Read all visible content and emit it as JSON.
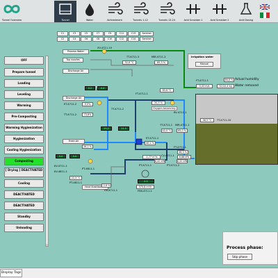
{
  "toolbar": {
    "items": [
      {
        "label": "Tunnel Overview",
        "icon": "overview-logo-icon",
        "active": false
      },
      {
        "label": "Tunnel",
        "icon": "tunnel-icon",
        "active": true
      },
      {
        "label": "Water",
        "icon": "water-drop-icon",
        "active": false
      },
      {
        "label": "Airtreatment",
        "icon": "fan-icon",
        "active": false
      },
      {
        "label": "Tunnels 1-12",
        "icon": "fan-icon",
        "active": false
      },
      {
        "label": "Tunnels 13-24",
        "icon": "fan-icon",
        "active": false
      },
      {
        "label": "Acid Scrubber 1",
        "icon": "scrubber-icon",
        "active": false
      },
      {
        "label": "Acid Scrubber 2",
        "icon": "scrubber-icon",
        "active": false
      },
      {
        "label": "Acid Dosing",
        "icon": "flask-icon",
        "active": false
      }
    ]
  },
  "mode_buttons": {
    "row1": [
      "C1",
      "C3",
      "C5",
      "C7",
      "C9",
      "C11",
      "C13",
      "Sentinel"
    ],
    "row2": [
      "C2",
      "C4",
      "C6",
      "C8",
      "C10",
      "C12",
      "C14",
      "Sentinel"
    ]
  },
  "sidebar": {
    "items": [
      {
        "label": "OFF",
        "active": false
      },
      {
        "label": "Prepare tunnel",
        "active": false
      },
      {
        "label": "Loading",
        "active": false
      },
      {
        "label": "Leveling",
        "active": false
      },
      {
        "label": "Warming",
        "active": false
      },
      {
        "label": "Pre-Composting",
        "active": false
      },
      {
        "label": "Warming Hygienization",
        "active": false
      },
      {
        "label": "Hygienization",
        "active": false
      },
      {
        "label": "Cooling Hygienization",
        "active": false
      },
      {
        "label": "Composting",
        "active": true
      },
      {
        "label": "[ Drying ] DEACTIVATED",
        "active": false
      },
      {
        "label": "Cooling",
        "active": false
      },
      {
        "label": "DEACTIVATED",
        "active": false
      },
      {
        "label": "DEACTIVATED",
        "active": false
      },
      {
        "label": "Standby",
        "active": false
      },
      {
        "label": "Unloading",
        "active": false
      }
    ]
  },
  "diagram": {
    "labels": {
      "xv_4711_10": "XV-4711-10",
      "tt_4711_3": "TT-4711-3",
      "mir_4711_2": "MIR-4711-2",
      "xv_4711_1": "XV-4711-1",
      "et_4711_2": "ET-4711-2",
      "tt_4711_2": "TT-4711-2",
      "ft_4711_1": "FT-4711-1",
      "rv_4711_1": "RV-4711-1",
      "ft_4711_top": "FT-4711-1",
      "tt_4711_10": "TT-4711-10",
      "xv_4711_1b": "XV-4711-1",
      "tt_4711_1": "TT-4711-1",
      "mir_4711_1": "MIR-4711-1",
      "et_4711_1": "ET-4711-1",
      "ft_4711_1b": "FT-4711-1",
      "pt_4711_1": "PT-4711-1",
      "pt_4711_2": "PT-4711-2",
      "cv_4711_1": "CV-4711-1",
      "kv_4711_1": "KV-4711-1",
      "kv_4811_1": "KV-4811-1",
      "pt_4811_1": "PT-4811-1",
      "pt_4811_1b": "PT-4811-1",
      "fe_4711_1": "FEB-4711-1",
      "hv_4711_1": "HV-4711-1",
      "oxygen": "Oxygen balancing",
      "actual_humidity": "Actual humidity",
      "water_removed": "Water removed"
    },
    "buttons": {
      "process_water": "Process Water",
      "top_nozzles": "Top nozzles",
      "discharge_air": "Discharge Air",
      "discharge_air2": "Discharge Air",
      "fresh_air": "Fresh Air",
      "heat_stabilization": "Heat Stabilization"
    },
    "values": {
      "tt3": "52,6 °C",
      "mir2": "89,3 %",
      "v1": "0.2",
      "v2": "0.4",
      "et2": "0,0%",
      "tt2": "73,6%",
      "o2": "20,5 %",
      "temp_right": "83,6 °C",
      "ft_top": "0,43 m/s",
      "hum": "84,0 %",
      "water": "32/10,4 kg",
      "tt10": "46,5 °C",
      "fa1": "25,2",
      "fa2": "21,5",
      "fa3": "26,2 %",
      "tt1": "42,0 °C",
      "mir1": "85,0 %",
      "et1": "40,2 %",
      "ft1": "46,3 %",
      "flow": "-1,77 m³/s",
      "flow2": "6,88 kPa",
      "pt1": "0,00 kPa",
      "pt2": "0,00 kPa",
      "kv1": "0.0",
      "kv2": "0.0",
      "kv4811": "22,3 °C",
      "pt4811": "-2,6 %",
      "fe": "575,8 m³/h",
      "hv": "0.0"
    },
    "irrigation": {
      "title": "Irrigation water",
      "button": "Manual"
    }
  },
  "phase": {
    "title": "Process phase:",
    "button": "Skip phase"
  },
  "bottom": {
    "tab": "Display Tags"
  },
  "colors": {
    "active_green": "#23e12b",
    "background": "#8ec9bd",
    "pipe_blue": "#1e88ff",
    "pipe_dark": "#1f3f6b",
    "pipe_green": "#0a8a0a"
  }
}
